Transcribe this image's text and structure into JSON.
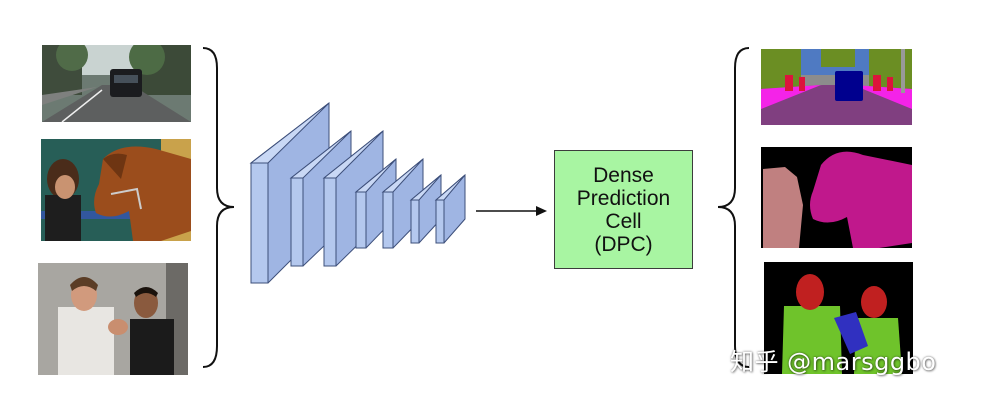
{
  "dpc": {
    "line1": "Dense",
    "line2": "Prediction",
    "line3": "Cell",
    "line4": "(DPC)"
  },
  "watermark": "知乎 @marsggbo",
  "colors": {
    "layer_fill": "#b4c8ee",
    "layer_stroke": "#3d4f7a",
    "dpc_fill": "#a8f5a2",
    "arrow": "#111111"
  },
  "icons": {
    "input_street": "street-scene-photo",
    "input_horse": "horse-and-person-photo",
    "input_people": "two-men-photo",
    "output_street": "street-segmentation-map",
    "output_horse": "horse-segmentation-map",
    "output_people": "people-segmentation-map"
  }
}
